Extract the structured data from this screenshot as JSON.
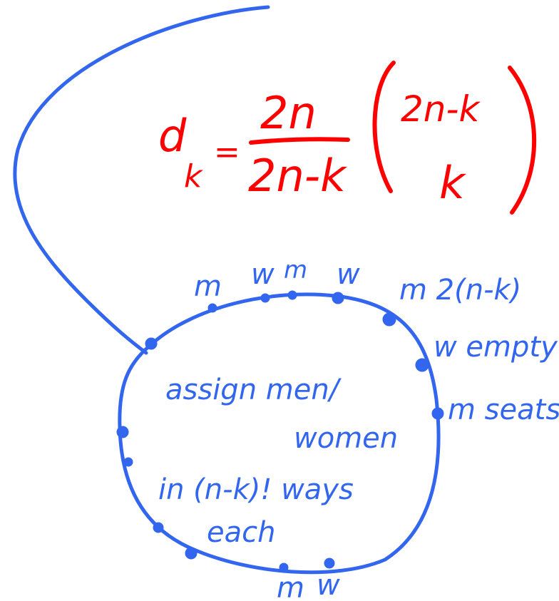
{
  "colors": {
    "red_ink": "#ff0000",
    "blue_ink": "#3366ee",
    "background": "#ffffff"
  },
  "formula": {
    "lhs": "d",
    "lhs_subscript": "k",
    "equals": "=",
    "numerator": "2n",
    "denominator": "2n-k",
    "binom_top": "2n-k",
    "binom_bottom": "k"
  },
  "circle_labels": {
    "top_seats": [
      "m",
      "w",
      "m",
      "w"
    ],
    "bottom_seats": [
      "m",
      "w"
    ],
    "side_note_lines": [
      "m 2(n-k)",
      "w empty",
      "m seats"
    ],
    "inner_note_lines": [
      "assign men/",
      "women",
      "in (n-k)! ways",
      "each"
    ]
  }
}
